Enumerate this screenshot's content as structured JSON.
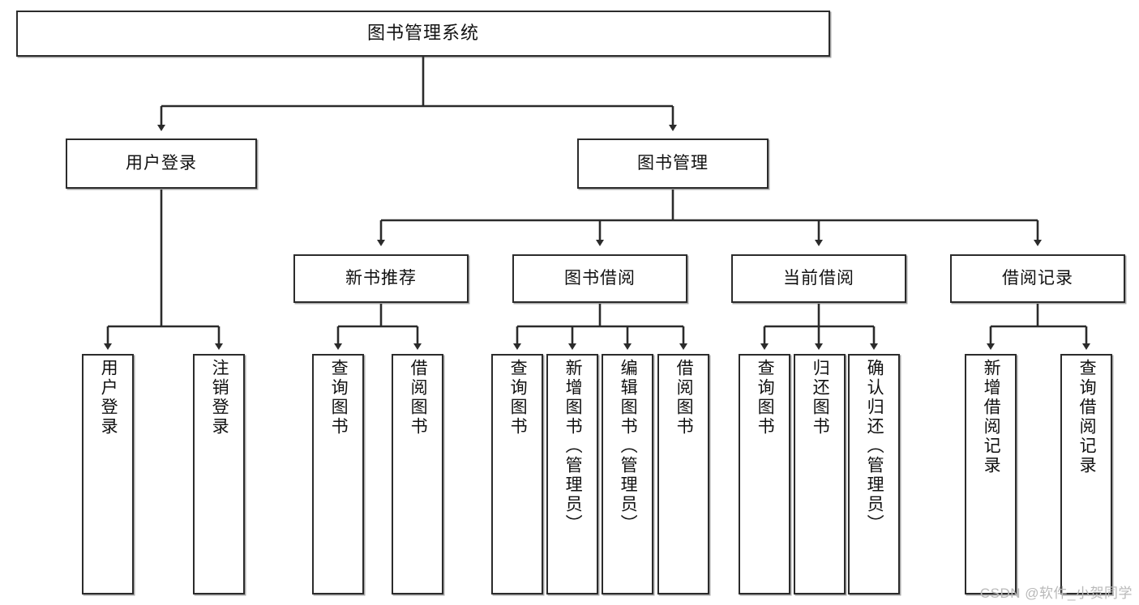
{
  "diagram": {
    "type": "tree-hierarchy",
    "title": "图书管理系统",
    "watermark": "CSDN @软件_小贺同学",
    "colors": {
      "box_border": "#2b2b2b",
      "box_fill": "#ffffff",
      "connector": "#2b2b2b",
      "text": "#111111",
      "watermark": "#b9b9b9"
    },
    "levels": {
      "root": {
        "label": "图书管理系统"
      },
      "level2": [
        {
          "label": "用户登录"
        },
        {
          "label": "图书管理"
        }
      ],
      "level3": [
        {
          "label": "新书推荐"
        },
        {
          "label": "图书借阅"
        },
        {
          "label": "当前借阅"
        },
        {
          "label": "借阅记录"
        }
      ],
      "leaves": [
        {
          "label": "用户登录",
          "parent": "用户登录"
        },
        {
          "label": "注销登录",
          "parent": "用户登录"
        },
        {
          "label": "查询图书",
          "parent": "新书推荐"
        },
        {
          "label": "借阅图书",
          "parent": "新书推荐"
        },
        {
          "label": "查询图书",
          "parent": "图书借阅"
        },
        {
          "label": "新增图书（管理员）",
          "parent": "图书借阅"
        },
        {
          "label": "编辑图书（管理员）",
          "parent": "图书借阅"
        },
        {
          "label": "借阅图书",
          "parent": "图书借阅"
        },
        {
          "label": "查询图书",
          "parent": "当前借阅"
        },
        {
          "label": "归还图书",
          "parent": "当前借阅"
        },
        {
          "label": "确认归还（管理员）",
          "parent": "当前借阅"
        },
        {
          "label": "新增借阅记录",
          "parent": "借阅记录"
        },
        {
          "label": "查询借阅记录",
          "parent": "借阅记录"
        }
      ]
    }
  }
}
